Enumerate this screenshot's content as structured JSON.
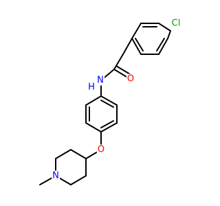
{
  "colors": {
    "background": "#ffffff",
    "bond": "#000000",
    "chlorine": "#00a000",
    "nitrogen": "#0000ff",
    "oxygen": "#ff0000"
  },
  "atoms": {
    "chlorine": {
      "text": "Cl",
      "element": "Cl"
    },
    "amide_oxygen": {
      "text": "O",
      "element": "O"
    },
    "amide_nitrogen": {
      "text": "N",
      "element": "N",
      "hydrogen": "H"
    },
    "ether_oxygen": {
      "text": "O",
      "element": "O"
    },
    "piperidine_nitrogen": {
      "text": "N",
      "element": "N"
    }
  }
}
